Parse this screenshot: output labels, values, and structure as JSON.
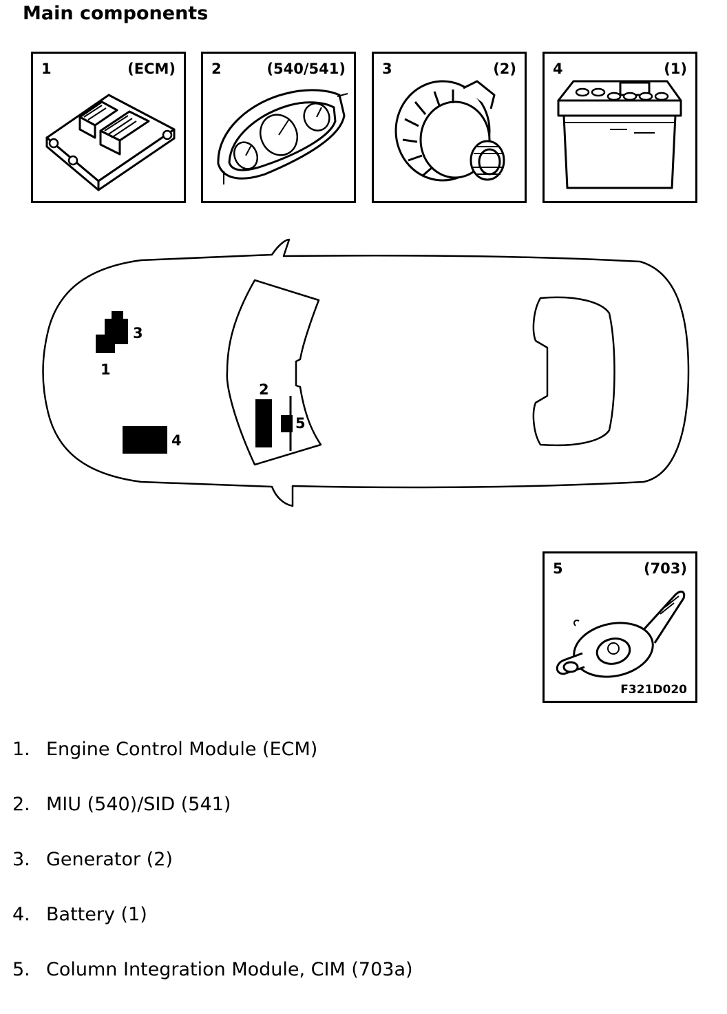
{
  "title": "Main components",
  "components": [
    {
      "num": "1",
      "code": "(ECM)",
      "icon": "ecm-module-icon"
    },
    {
      "num": "2",
      "code": "(540/541)",
      "icon": "instrument-cluster-icon"
    },
    {
      "num": "3",
      "code": "(2)",
      "icon": "generator-icon"
    },
    {
      "num": "4",
      "code": "(1)",
      "icon": "battery-icon"
    },
    {
      "num": "5",
      "code": "(703)",
      "icon": "column-integration-module-icon"
    }
  ],
  "figure_id": "F321D020",
  "car_markers": [
    "1",
    "2",
    "3",
    "4",
    "5"
  ],
  "legend": [
    {
      "num": "1.",
      "text": "Engine Control Module (ECM)"
    },
    {
      "num": "2.",
      "text": "MIU (540)/SID (541)"
    },
    {
      "num": "3.",
      "text": "Generator (2)"
    },
    {
      "num": "4.",
      "text": "Battery (1)"
    },
    {
      "num": "5.",
      "text": "Column Integration Module, CIM (703a)"
    }
  ]
}
